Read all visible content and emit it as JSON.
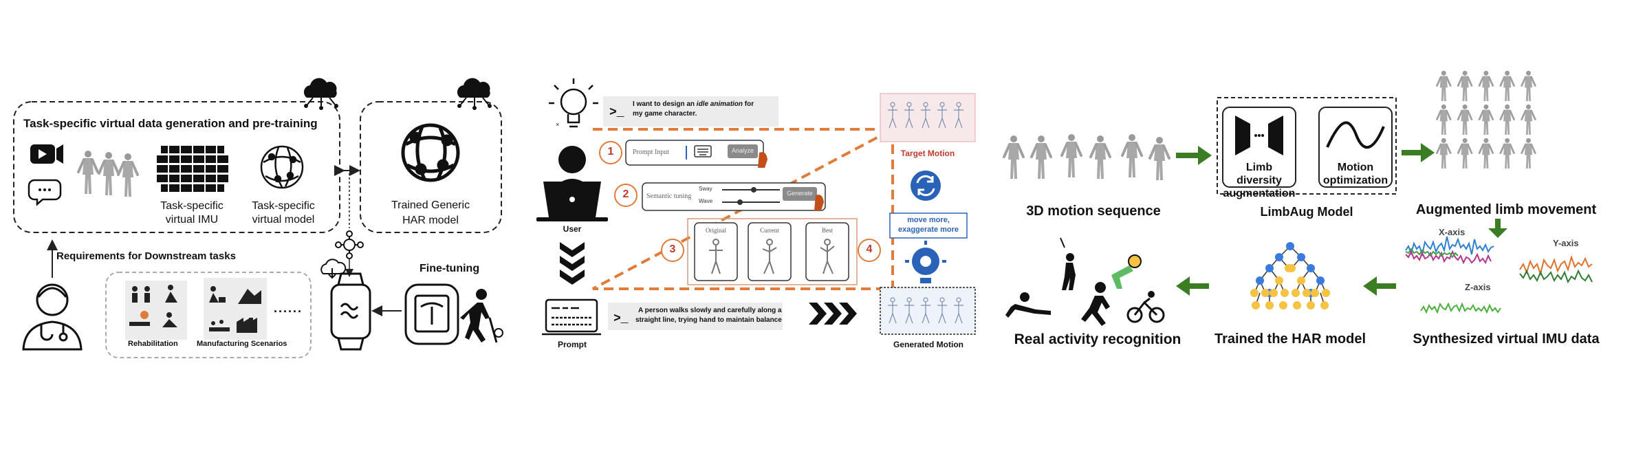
{
  "panel1": {
    "box_title": "Task-specific virtual data generation and pre-training",
    "imu_label": "Task-specific virtual IMU",
    "model_label": "Task-specific virtual model",
    "har_label": "Trained Generic HAR model",
    "requirements_label": "Requirements for Downstream tasks",
    "finetuning_label": "Fine-tuning",
    "rehab_label": "Rehabilitation",
    "manufacturing_label": "Manufacturing Scenarios",
    "ellipsis": "......"
  },
  "panel2": {
    "prompt_top_pre": "I want to design an ",
    "prompt_top_em": "idle animation",
    "prompt_top_post": " for",
    "prompt_top_line2": "my game character.",
    "user_label": "User",
    "prompt_label": "Prompt",
    "prompt_bottom_line1": "A person walks slowly and carefully along a",
    "prompt_bottom_line2": "straight line, trying hand to maintain balance",
    "step1": "1",
    "step2": "2",
    "step3": "3",
    "step4": "4",
    "prompt_input_label": "Prompt Input",
    "analyze_button": "Analyze",
    "semantic_tuning_label": "Semantic tuning",
    "sway_label": "Sway",
    "wave_label": "Wave",
    "generate_button": "Generate",
    "card_original": "Original",
    "card_current": "Current",
    "card_best": "Best",
    "target_motion_label": "Target Motion",
    "feedback_line1": "move more,",
    "feedback_line2": "exaggerate more",
    "generated_motion_label": "Generated Motion"
  },
  "panel3": {
    "motion_seq_label": "3D motion sequence",
    "limb_diversity_label": "Limb diversity augmentation",
    "motion_opt_label": "Motion optimization",
    "limbaug_label": "LimbAug Model",
    "augmented_label": "Augmented limb movement",
    "x_axis": "X-axis",
    "y_axis": "Y-axis",
    "z_axis": "Z-axis",
    "synth_label": "Synthesized virtual IMU data",
    "trained_label": "Trained the HAR model",
    "real_label": "Real activity recognition"
  },
  "colors": {
    "orange": "#e07b39",
    "red_label": "#c0392b",
    "green_arrow": "#3a7d23",
    "blue": "#2a62b8",
    "tree_blue": "#3a7be0",
    "tree_yellow": "#f5c242",
    "x_blue": "#2f7fd1",
    "y_orange": "#e0702a",
    "z_green": "#4caf3a"
  }
}
